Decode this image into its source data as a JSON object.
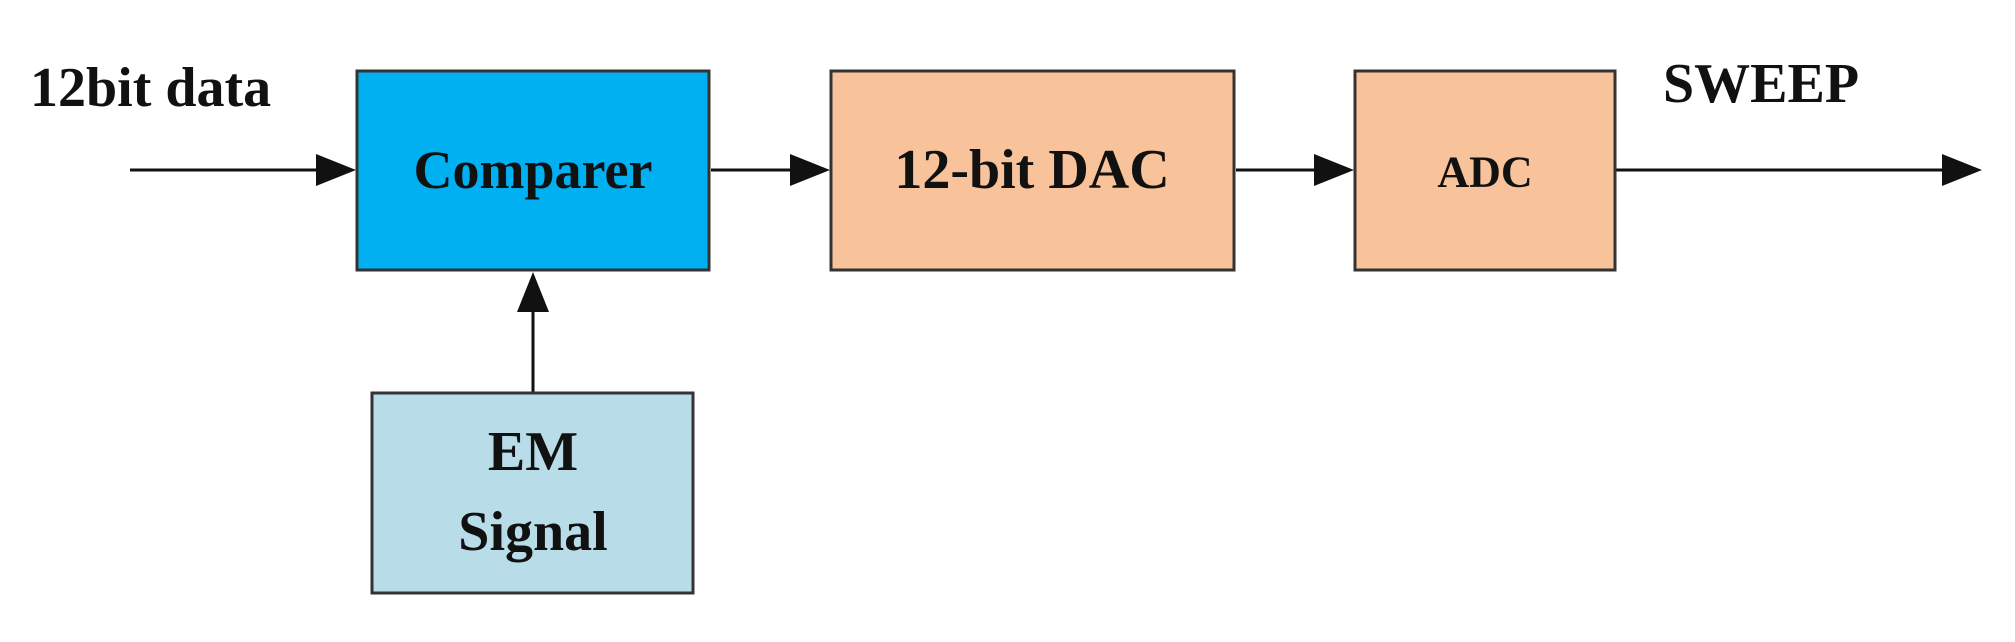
{
  "diagram": {
    "blocks": {
      "comparer": {
        "label": "Comparer",
        "fill": "#00b0f0"
      },
      "dac": {
        "label": "12-bit DAC",
        "fill": "#f8c39b"
      },
      "adc": {
        "label": "ADC",
        "fill": "#f8c39b"
      },
      "em_signal": {
        "line1": "EM",
        "line2": "Signal",
        "fill": "#b8dde9"
      }
    },
    "labels": {
      "input": "12bit data",
      "output": "SWEEP"
    },
    "colors": {
      "stroke": "#333333",
      "arrow": "#111111"
    }
  }
}
